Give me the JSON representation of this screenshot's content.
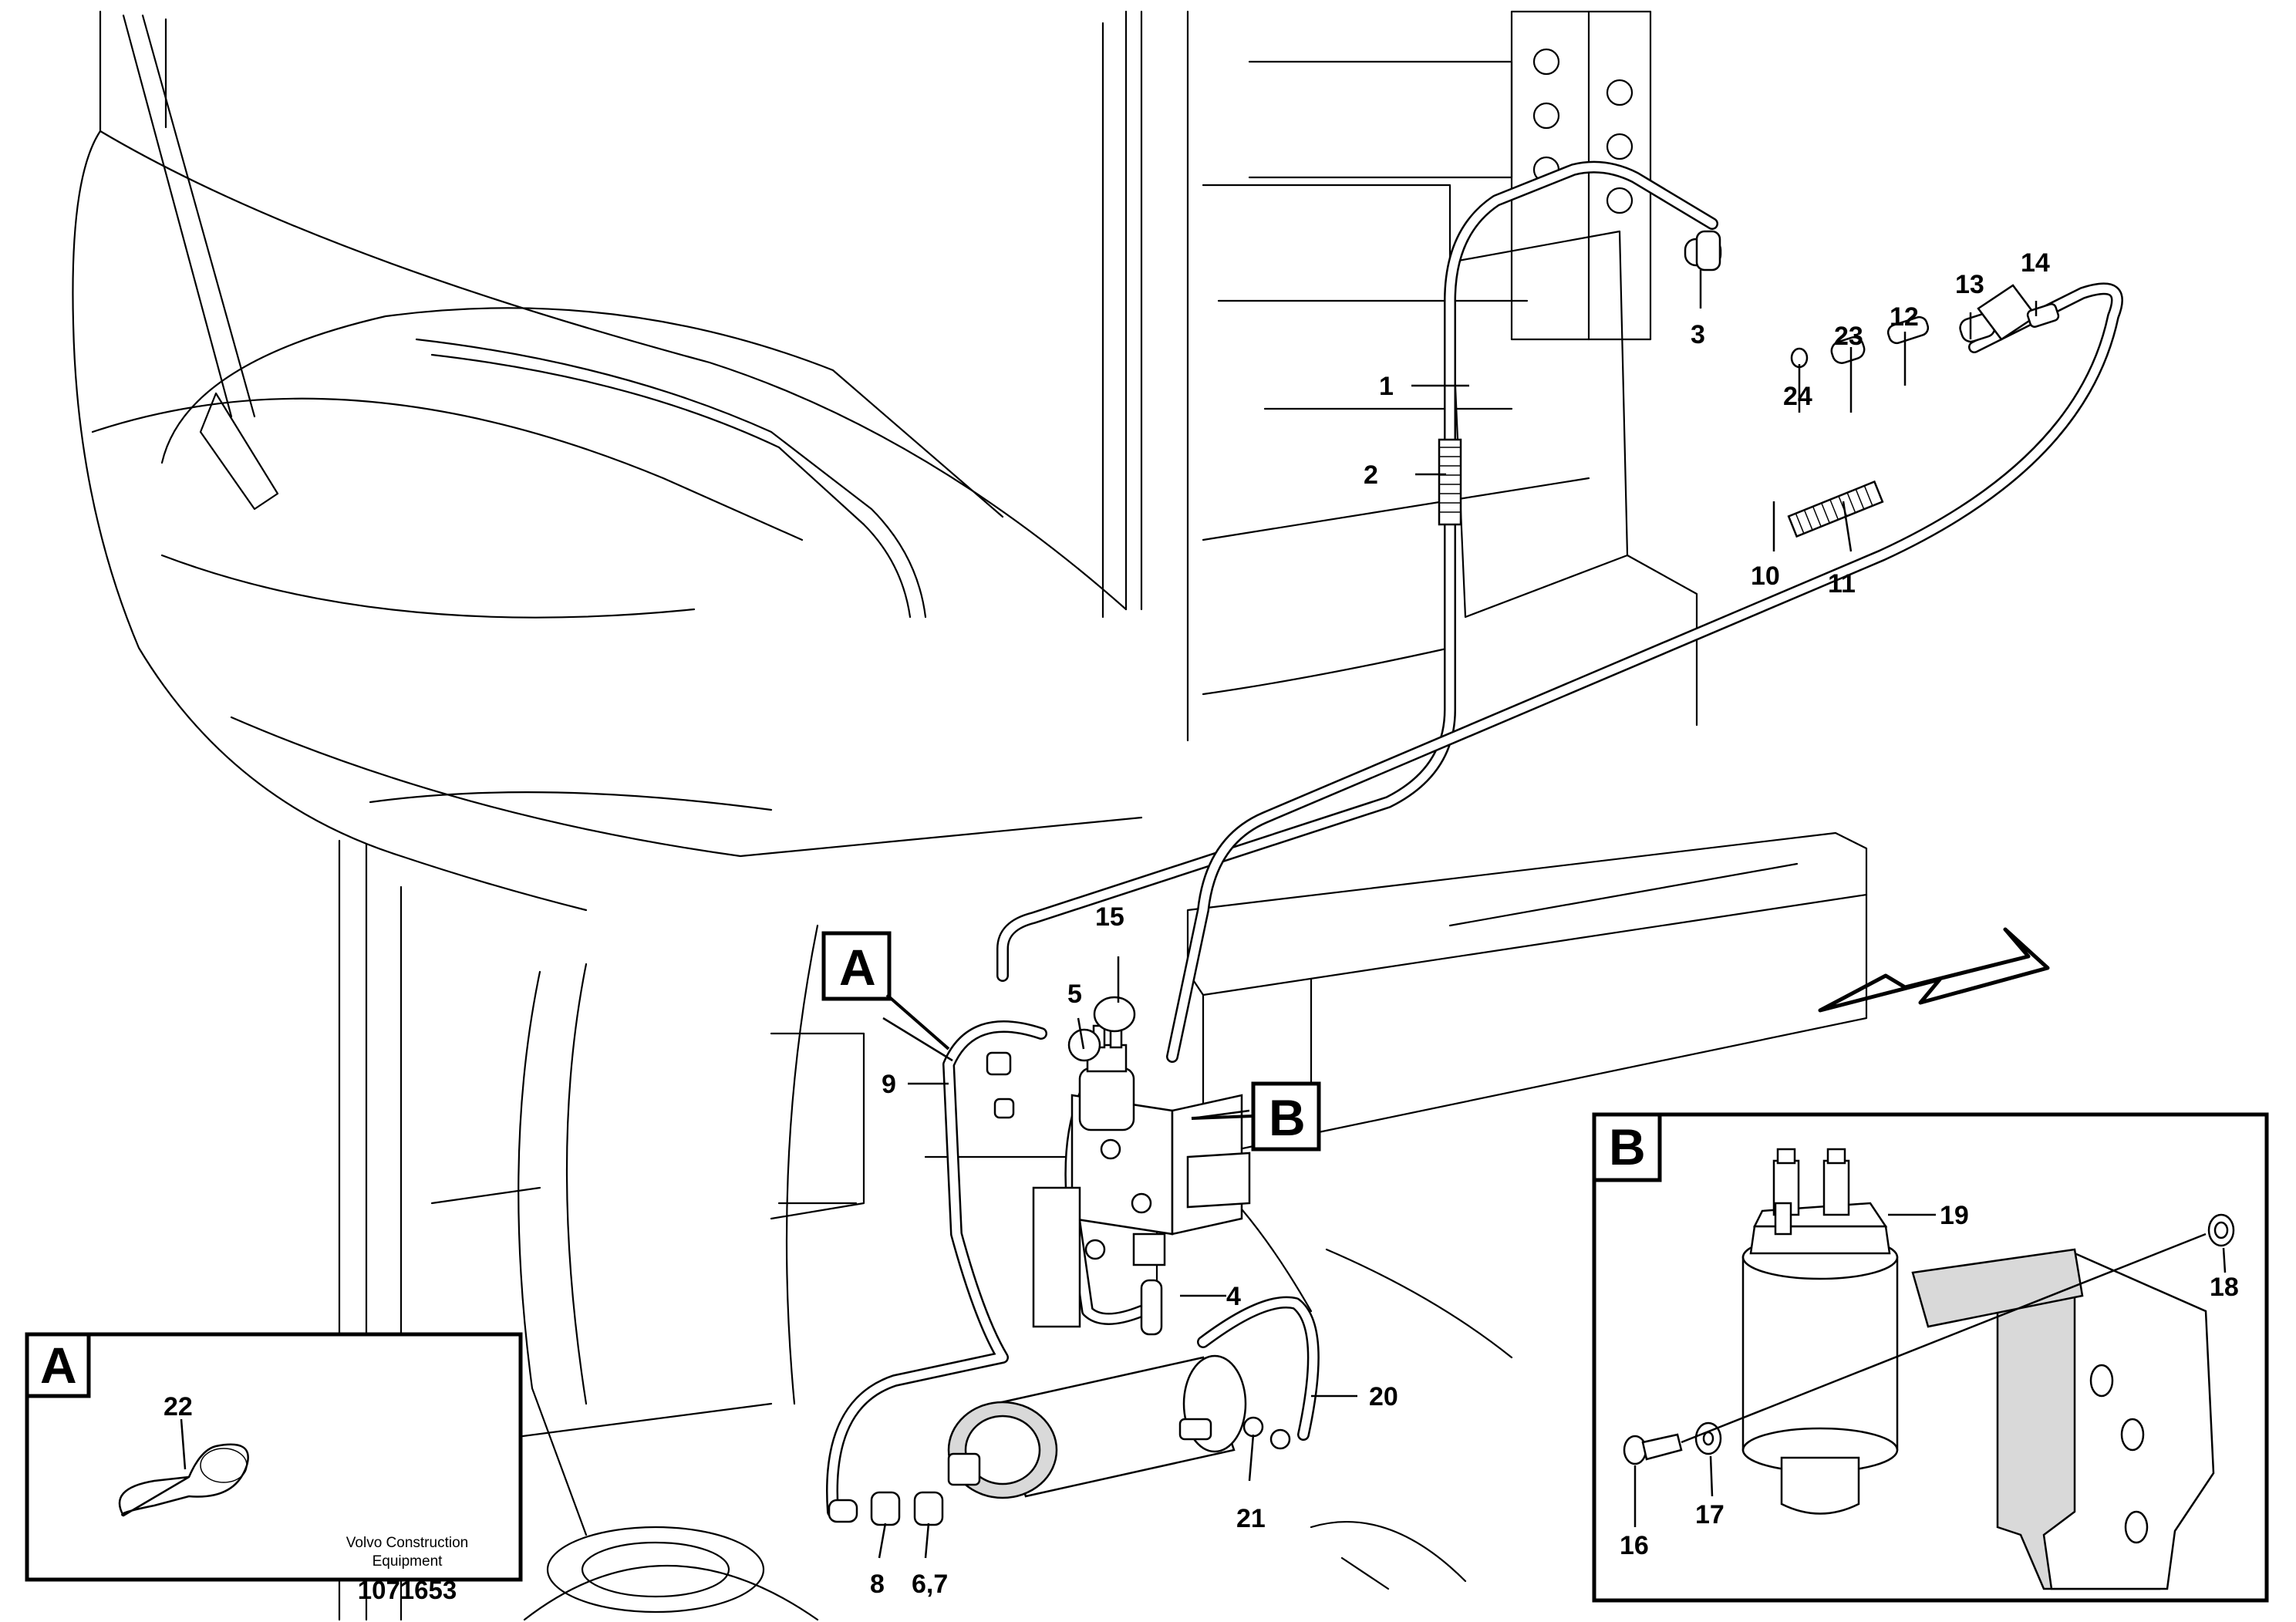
{
  "callouts": {
    "c1": "1",
    "c2": "2",
    "c3": "3",
    "c4": "4",
    "c5": "5",
    "c67": "6,7",
    "c8": "8",
    "c9": "9",
    "c10": "10",
    "c11": "11",
    "c12": "12",
    "c13": "13",
    "c14": "14",
    "c15": "15",
    "c16": "16",
    "c17": "17",
    "c18": "18",
    "c19": "19",
    "c20": "20",
    "c21": "21",
    "c22": "22",
    "c23": "23",
    "c24": "24"
  },
  "detail_labels": {
    "a": "A",
    "b": "B"
  },
  "footer": {
    "company_line1": "Volvo Construction",
    "company_line2": "Equipment",
    "drawing_number": "1071653"
  }
}
